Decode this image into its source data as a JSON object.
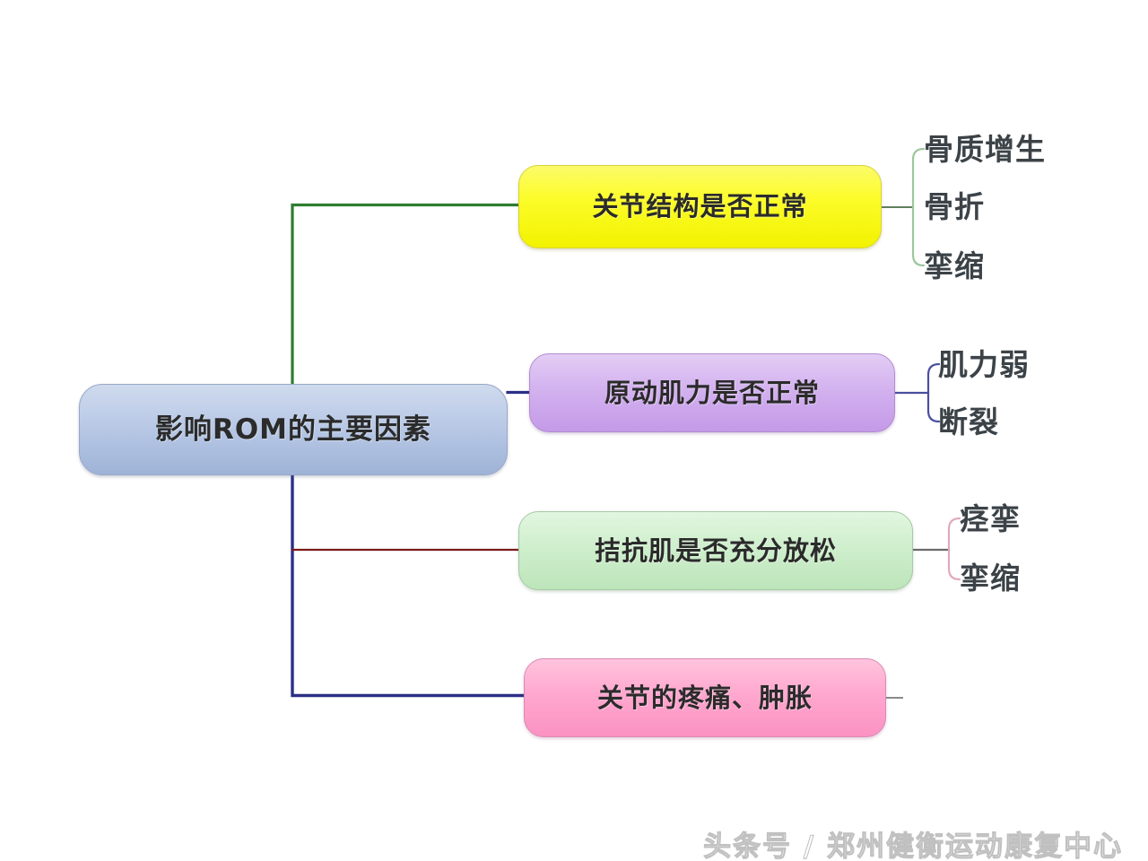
{
  "diagram": {
    "type": "mind-map",
    "title_node": "影响ROM的主要因素",
    "root": {
      "label": "影响ROM的主要因素",
      "fill": "#b9c9e6"
    },
    "branches": [
      {
        "id": "b1",
        "label": "关节结构是否正常",
        "fill": "#fcfc2a",
        "connector_color": "#2e7d32",
        "bracket_color": "#9cc79c",
        "leaves": [
          "骨质增生",
          "骨折",
          "挛缩"
        ]
      },
      {
        "id": "b2",
        "label": "原动肌力是否正常",
        "fill": "#d3b2ef",
        "connector_color": "#2b2f86",
        "bracket_color": "#4a4f9e",
        "leaves": [
          "肌力弱",
          "断裂"
        ]
      },
      {
        "id": "b3",
        "label": "拮抗肌是否充分放松",
        "fill": "#cdeecb",
        "connector_color": "#7a1a1a",
        "bracket_color": "#e0a9c0",
        "leaves": [
          "痉挛",
          "挛缩"
        ]
      },
      {
        "id": "b4",
        "label": "关节的疼痛、肿胀",
        "fill": "#ffa8cf",
        "connector_color": "#2b2f86",
        "bracket_color": "#8a8a8a",
        "leaves": []
      }
    ]
  },
  "watermark": {
    "text": "头条号 / 郑州健衡运动康复中心"
  }
}
